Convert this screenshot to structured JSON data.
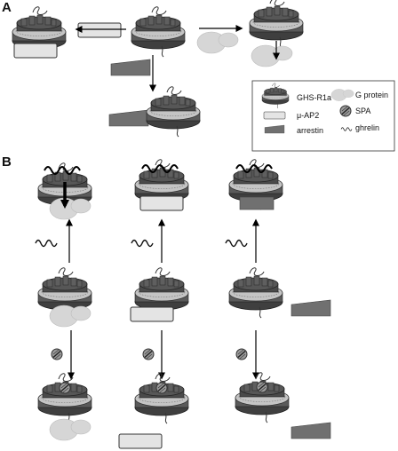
{
  "panels": {
    "a": "A",
    "b": "B"
  },
  "legend": {
    "receptor": "GHS-R1a",
    "g_protein": "G protein",
    "ap2": "μ-AP2",
    "spa": "SPA",
    "arrestin": "arrestin",
    "ghrelin": "ghrelin"
  },
  "colors": {
    "receptor_dark": "#4a4a4a",
    "receptor_light": "#d0d0d0",
    "g_protein": "#d6d6d6",
    "ap2": "#e4e4e4",
    "arrestin": "#707070",
    "spa": "#9a9a9a"
  }
}
